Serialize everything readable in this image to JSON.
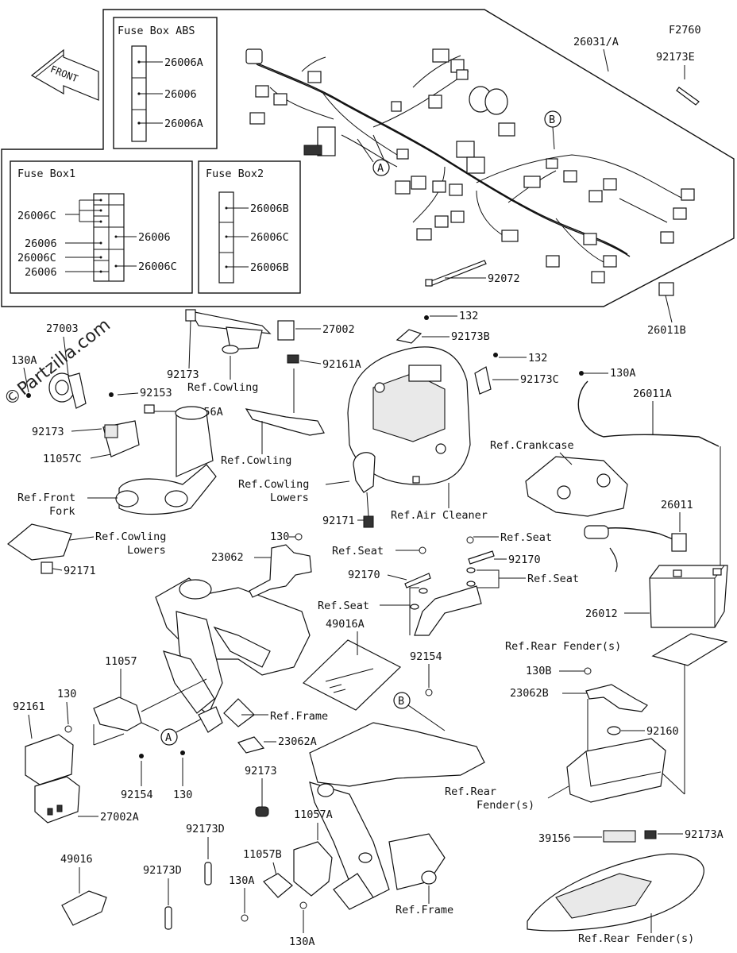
{
  "figure_code": "F2760",
  "front_label": "FRONT",
  "watermark": "©Partzilla.com",
  "fuse_box_abs": {
    "title": "Fuse Box ABS",
    "items": [
      "26006A",
      "26006",
      "26006A"
    ]
  },
  "fuse_box_1": {
    "title": "Fuse Box1",
    "left_items": [
      "26006C",
      "26006",
      "26006C",
      "26006"
    ],
    "right_items": [
      "26006",
      "26006C"
    ]
  },
  "fuse_box_2": {
    "title": "Fuse Box2",
    "items": [
      "26006B",
      "26006C",
      "26006B"
    ]
  },
  "callouts": {
    "harness": "26031/A",
    "clip_e": "92173E",
    "band": "92072",
    "connector_b": "26011B",
    "horn": "27003",
    "bolt_130a": "130A",
    "clamp_92173": "92173",
    "screw_92153": "92153",
    "rubber_39156a": "39156A",
    "bracket_11057c": "11057C",
    "ref_front_fork": "Ref.Front\nFork",
    "ref_cowling_1": "Ref.Cowling",
    "ref_cowling_2": "Ref.Cowling",
    "relay_27002": "27002",
    "damper_92161a": "92161A",
    "bolt_132_a": "132",
    "clamp_92173b": "92173B",
    "bolt_132_b": "132",
    "clamp_92173c": "92173C",
    "bolt_130a_b": "130A",
    "cable_26011a": "26011A",
    "ref_crankcase": "Ref.Crankcase",
    "ref_cowling_lowers_1": "Ref.Cowling\nLowers",
    "ref_air_cleaner": "Ref.Air Cleaner",
    "clamp_92171_a": "92171",
    "ref_cowling_lowers_2": "Ref.Cowling\nLowers",
    "clamp_92171_b": "92171",
    "bolt_130": "130",
    "bracket_23062": "23062",
    "ref_seat_1": "Ref.Seat",
    "ref_seat_2": "Ref.Seat",
    "ref_seat_3": "Ref.Seat",
    "ref_seat_4": "Ref.Seat",
    "band_92170_a": "92170",
    "band_92170_b": "92170",
    "sheet_49016a": "49016A",
    "cable_26011": "26011",
    "battery_26012": "26012",
    "ref_rear_fender_1": "Ref.Rear Fender(s)",
    "bolt_130b": "130B",
    "bracket_23062b": "23062B",
    "damper_92160": "92160",
    "bracket_11057": "11057",
    "bolt_130_b": "130",
    "ecu_damper_92161": "92161",
    "ref_frame_1": "Ref.Frame",
    "bracket_23062a": "23062A",
    "marker_a": "A",
    "marker_b": "B",
    "bolt_92154_a": "92154",
    "bolt_92154_b": "92154",
    "bolt_130_c": "130",
    "ecu_27002a": "27002A",
    "clamp_92173_b": "92173",
    "bracket_11057a": "11057A",
    "ref_rear_fender_2": "Ref.Rear\nFender(s)",
    "clip_92173d_a": "92173D",
    "clip_92173d_b": "92173D",
    "bracket_11057b": "11057B",
    "bolt_130a_c": "130A",
    "bolt_130a_d": "130A",
    "ref_frame_2": "Ref.Frame",
    "cover_49016": "49016",
    "rubber_39156": "39156",
    "clamp_92173a": "92173A",
    "ref_rear_fender_3": "Ref.Rear Fender(s)"
  }
}
